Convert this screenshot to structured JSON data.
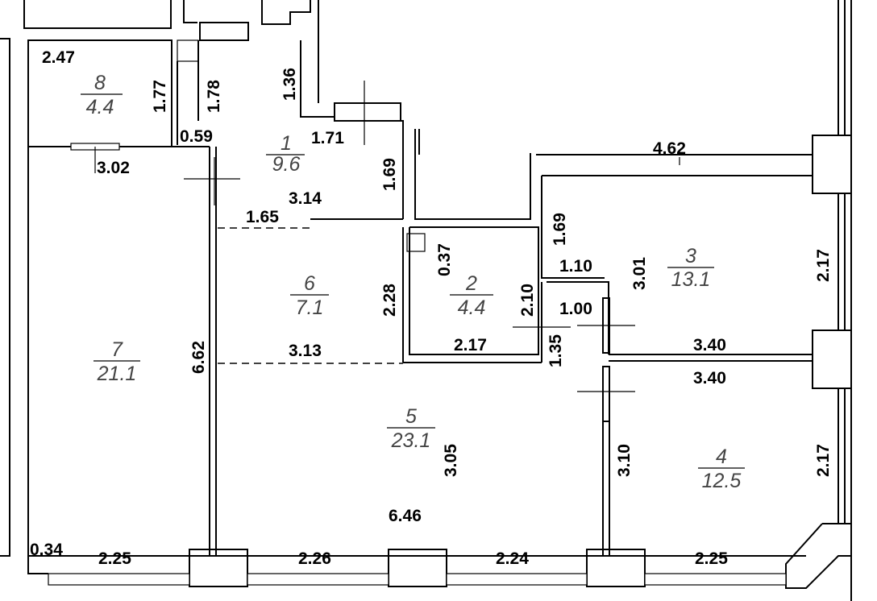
{
  "rooms": [
    {
      "number": "1",
      "area": "9.6"
    },
    {
      "number": "2",
      "area": "4.4"
    },
    {
      "number": "3",
      "area": "13.1"
    },
    {
      "number": "4",
      "area": "12.5"
    },
    {
      "number": "5",
      "area": "23.1"
    },
    {
      "number": "6",
      "area": "7.1"
    },
    {
      "number": "7",
      "area": "21.1"
    },
    {
      "number": "8",
      "area": "4.4"
    }
  ],
  "dimensions": [
    "2.47",
    "1.77",
    "1.78",
    "1.36",
    "0.59",
    "1.71",
    "3.02",
    "1.69",
    "4.62",
    "3.14",
    "1.65",
    "1.69",
    "0.37",
    "1.10",
    "3.01",
    "2.17",
    "2.28",
    "2.10",
    "1.00",
    "6.62",
    "3.13",
    "2.17",
    "1.35",
    "3.40",
    "3.40",
    "3.05",
    "3.10",
    "2.17",
    "6.46",
    "0.34",
    "2.25",
    "2.26",
    "2.24",
    "2.25"
  ]
}
